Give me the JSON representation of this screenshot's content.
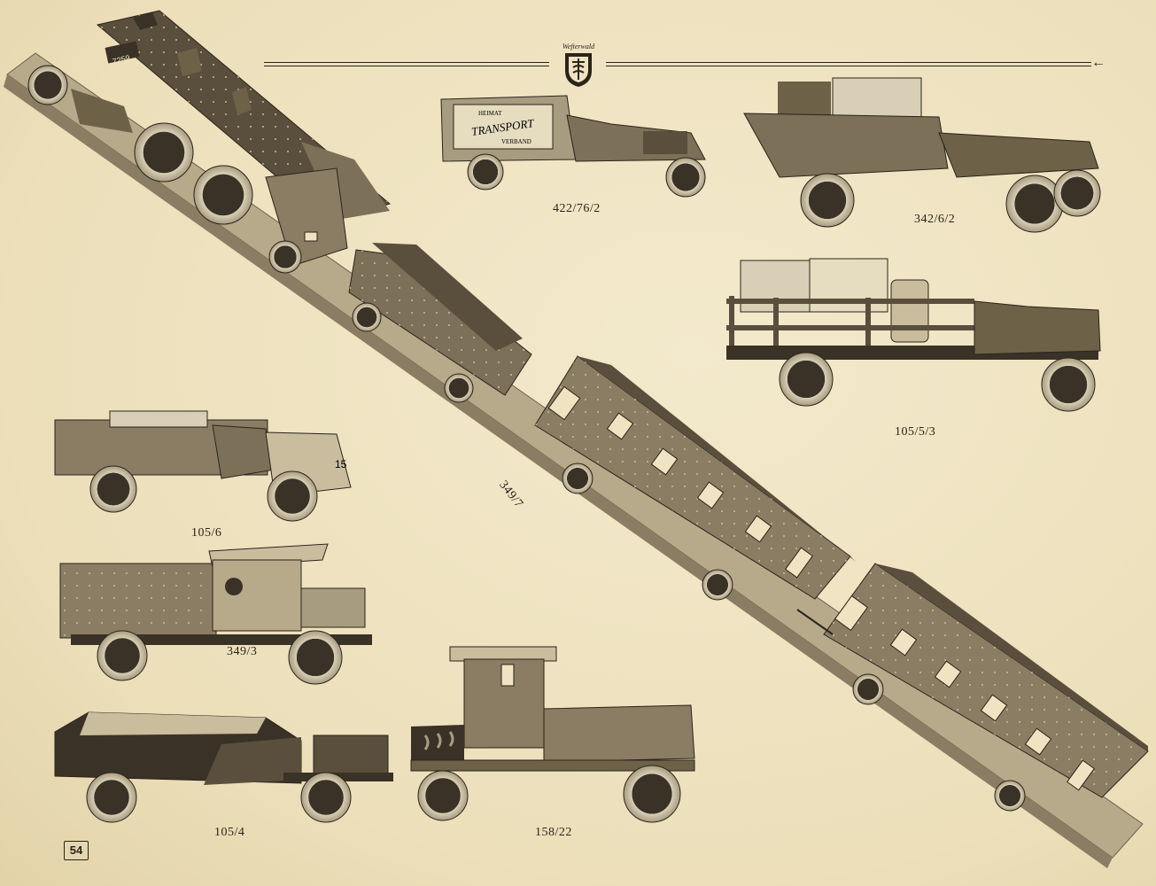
{
  "header": {
    "emblem_text": "Wefterwald",
    "arrow_glyph": "←"
  },
  "captions": {
    "cap_422": "422/76/2",
    "cap_342": "342/6/2",
    "cap_105_5_3": "105/5/3",
    "cap_349_7": "349/7",
    "cap_105_6": "105/6",
    "cap_349_3": "349/3",
    "cap_105_4": "105/4",
    "cap_158_22": "158/22"
  },
  "truck_sign": {
    "line1": "HEIMAT",
    "line2": "TRANSPORT",
    "line3": "VERBAND"
  },
  "markings": {
    "loco_number": "7259",
    "truck_number": "15"
  },
  "page_number": "54",
  "colors": {
    "paper": "#efe3c1",
    "ink": "#2a241a",
    "wood_dark": "#5a4f3c",
    "wood_mid": "#8a7d63",
    "wood_light": "#c9bd9e"
  }
}
